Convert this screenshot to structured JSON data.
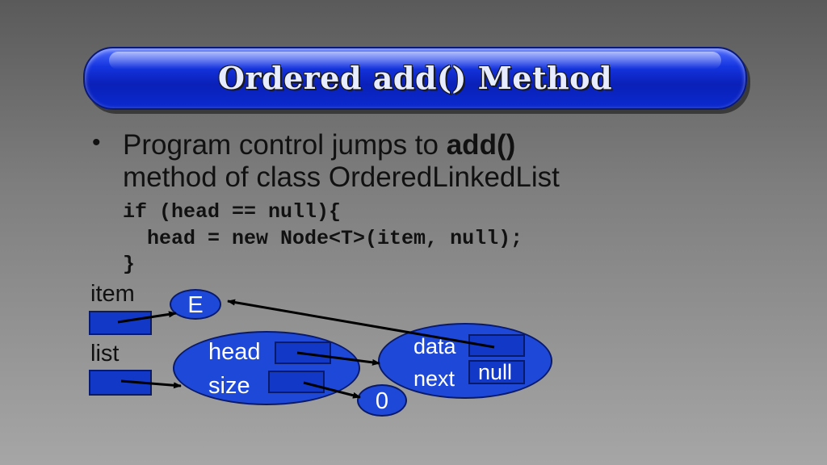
{
  "title": "Ordered add() Method",
  "bullet": {
    "text_before": "Program control jumps to ",
    "bold": "add()",
    "text_after": "method of class OrderedLinkedList"
  },
  "code": {
    "line1": "if (head == null){",
    "line2": "  head = new Node<T>(item, null);",
    "line3": "}"
  },
  "diagram": {
    "item_label": "item",
    "list_label": "list",
    "element_value": "E",
    "list_node": {
      "head_label": "head",
      "size_label": "size",
      "size_value": "0"
    },
    "new_node": {
      "data_label": "data",
      "next_label": "next",
      "next_value": "null"
    }
  },
  "colors": {
    "node_fill": "#1e49d8",
    "title_blue": "#0a20b8",
    "background_top": "#5a5a5a",
    "background_bottom": "#a6a6a6"
  }
}
